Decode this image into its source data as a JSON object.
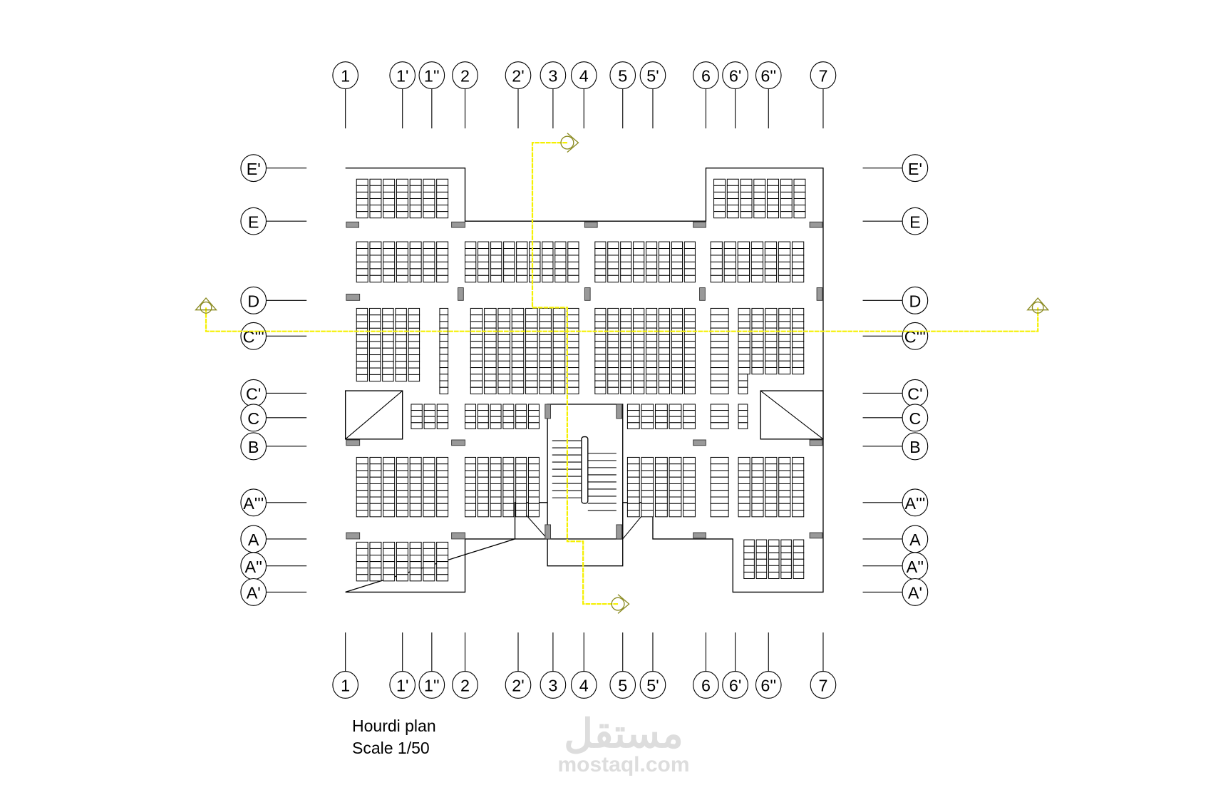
{
  "grid_columns": [
    "1",
    "1'",
    "1''",
    "2",
    "2'",
    "3",
    "4",
    "5",
    "5'",
    "6",
    "6'",
    "6''",
    "7"
  ],
  "grid_rows": [
    "E'",
    "E",
    "D",
    "C'''",
    "C'",
    "C",
    "B",
    "A'''",
    "A",
    "A''",
    "A'"
  ],
  "title": {
    "line1": "Hourdi plan",
    "line2": "Scale 1/50"
  },
  "watermark": {
    "arabic": "مستقل",
    "latin": "mostaql.com"
  },
  "colors": {
    "section_line": "#f5f000",
    "section_marker": "#8a8a20",
    "line": "#000000"
  }
}
